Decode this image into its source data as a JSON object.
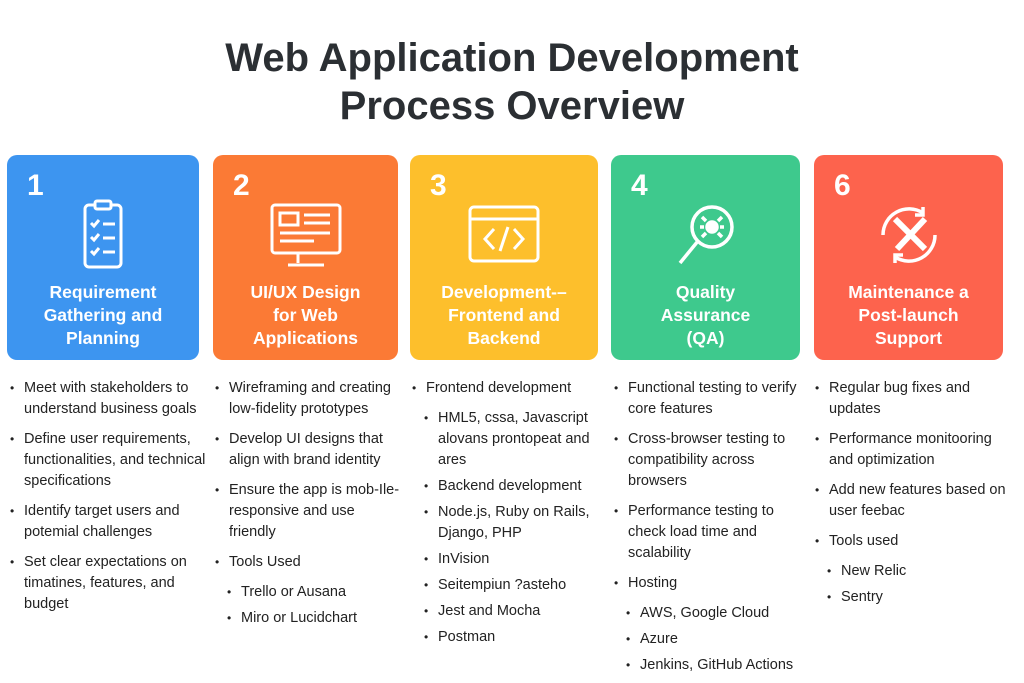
{
  "title_line1": "Web Application Development",
  "title_line2": "Process Overview",
  "colors": {
    "blue": "#3d95f0",
    "orange": "#fb7a35",
    "yellow": "#fdbf2c",
    "green": "#3ec98d",
    "red": "#fd634d"
  },
  "steps": [
    {
      "number": "1",
      "title": [
        "Requirement",
        "Gathering and",
        "Planning"
      ],
      "icon": "clipboard-checklist-icon",
      "bullets": [
        {
          "text": "Meet with stakeholders to understand business goals"
        },
        {
          "text": "Define user requirements, functionalities, and technical specifications"
        },
        {
          "text": "Identify target users and potemial challenges"
        },
        {
          "text": "Set clear expectations on timatines, features, and budget"
        }
      ]
    },
    {
      "number": "2",
      "title": [
        "UI/UX Design",
        "for Web",
        "Applications"
      ],
      "icon": "monitor-wireframe-icon",
      "bullets": [
        {
          "text": "Wireframing and creating low-fidelity prototypes"
        },
        {
          "text": "Develop UI designs that align with brand identity"
        },
        {
          "text": "Ensure the app is mob-Ile-responsive and use friendly"
        },
        {
          "text": "Tools Used"
        },
        {
          "text": "Trello or Ausana",
          "sub": true
        },
        {
          "text": "Miro or Lucidchart",
          "sub": true
        }
      ]
    },
    {
      "number": "3",
      "title": [
        "Development-–",
        "Frontend and",
        "Backend"
      ],
      "icon": "code-window-icon",
      "bullets": [
        {
          "text": "Frontend development"
        },
        {
          "text": "HML5, cssa, Javascript alovans prontopeat and ares",
          "sub": true
        },
        {
          "text": "Backend development",
          "sub": true
        },
        {
          "text": "Node.js, Ruby on Rails, Django, PHP",
          "sub": true
        },
        {
          "text": "InVision",
          "sub": true
        },
        {
          "text": "Seitempiun ?asteho",
          "sub": true
        },
        {
          "text": "Jest and Mocha",
          "sub": true
        },
        {
          "text": "Postman",
          "sub": true
        }
      ]
    },
    {
      "number": "4",
      "title": [
        "Quality",
        "Assurance",
        "(QA)"
      ],
      "icon": "magnifier-bug-icon",
      "bullets": [
        {
          "text": "Functional testing to verify core features"
        },
        {
          "text": "Cross-browser testing to compatibility across browsers"
        },
        {
          "text": "Performance testing to check load time and scalability"
        },
        {
          "text": "Hosting"
        },
        {
          "text": "AWS, Google Cloud",
          "sub": true
        },
        {
          "text": "Azure",
          "sub": true
        },
        {
          "text": "Jenkins, GitHub Actions",
          "sub": true
        }
      ]
    },
    {
      "number": "6",
      "title": [
        "Maintenance a",
        "Post-launch",
        "Support"
      ],
      "icon": "tools-cycle-icon",
      "bullets": [
        {
          "text": "Regular bug fixes and updates"
        },
        {
          "text": "Performance monitooring and optimization"
        },
        {
          "text": "Add new features based on user feebac"
        },
        {
          "text": "Tools used"
        },
        {
          "text": "New Relic",
          "sub": true
        },
        {
          "text": "Sentry",
          "sub": true
        }
      ]
    }
  ]
}
